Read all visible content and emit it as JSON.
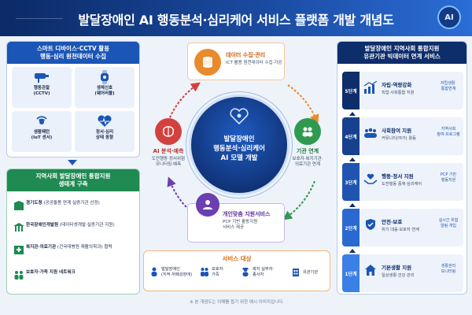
{
  "header": {
    "title": "발달장애인 AI 행동분석·심리케어 서비스 플랫폼 개발 개념도",
    "badge": "AI"
  },
  "left_top": {
    "heading": "스마트 디바이스·CCTV 활용\n행동·심리 원천데이터 수집",
    "devices": [
      {
        "label": "행동관찰\n(CCTV)",
        "icon": "cctv-icon"
      },
      {
        "label": "생체신호\n(웨어러블)",
        "icon": "watch-icon"
      },
      {
        "label": "생활패턴\n(IoT 센서)",
        "icon": "sensor-icon"
      },
      {
        "label": "정서·심리\n상태 동향",
        "icon": "heart-pulse-icon"
      }
    ]
  },
  "left_bottom": {
    "heading": "지역사회 발달장애인 통합지원\n생태계 구축",
    "items": [
      {
        "name": "경기도청",
        "desc": " (공공돌봄 연계 실증기관 선정)",
        "icon": "building-icon"
      },
      {
        "name": "한국장애인개발원",
        "desc": " (데이터셋개발·실증기관 지원)",
        "icon": "institution-icon"
      },
      {
        "name": "복지관·의료기관",
        "desc": " (건국대병원 재활의학과) 협력",
        "icon": "hospital-icon"
      },
      {
        "name": "보호자·가족 지원 네트워크",
        "desc": "",
        "icon": "family-icon"
      }
    ]
  },
  "center": {
    "title": "발달장애인\n행동분석·심리케어\nAI 모델 개발",
    "icon": "heart-brain-icon"
  },
  "nodes": {
    "data": {
      "title": "데이터 수집·관리",
      "desc": "ICT 활용 원천데이터 수집·가공",
      "icon": "database-icon"
    },
    "ai": {
      "title": "AI 분석·예측",
      "desc": "도전행동·정서위험\n모니터링·예측",
      "icon": "brain-icon"
    },
    "link": {
      "title": "기관 연계",
      "desc": "보호자·복지기관·\n의료기관 연계",
      "icon": "people-icon"
    },
    "care": {
      "title": "개인맞춤 지원서비스",
      "desc": "PCP 기반 활동지원\n서비스 제공",
      "icon": "care-icon"
    }
  },
  "service": {
    "title": "서비스 대상",
    "items": [
      {
        "label": "발달장애인\n(지적·자폐성장애)",
        "icon": "person-icon"
      },
      {
        "label": "보호자·\n가족",
        "icon": "family-icon"
      },
      {
        "label": "복지 실무자·\n종사자",
        "icon": "worker-icon"
      },
      {
        "label": "유관기관",
        "icon": "building-icon"
      }
    ]
  },
  "footnote": "※ 본 개념도는 이해를 돕기 위한 예시 이미지입니다.",
  "right": {
    "heading": "발달장애인 지역사회 통합지원\n유관기관 빅데이터 연계 서비스",
    "stages": [
      {
        "level": "5단계",
        "title": "자립·역량강화",
        "desc": "직업·사회통합 지원",
        "tag": "자립생활·\n통합연계",
        "icon": "growth-icon",
        "color": "#0e2d6b"
      },
      {
        "level": "4단계",
        "title": "사회참여 지원",
        "desc": "커뮤니티(여가) 활동",
        "tag": "지역사회\n참여·프로그램",
        "icon": "community-icon",
        "color": "#17408e"
      },
      {
        "level": "3단계",
        "title": "행동·정서 지원",
        "desc": "도전행동 중재·심리케어",
        "tag": "PCP 기반\n행동지원",
        "icon": "hands-heart-icon",
        "color": "#1f55b0"
      },
      {
        "level": "2단계",
        "title": "안전·보호",
        "desc": "위기 대응·보호자 연계",
        "tag": "실시간 위험\n알림·개입",
        "icon": "shield-icon",
        "color": "#2a6ad0"
      },
      {
        "level": "1단계",
        "title": "기본생활 지원",
        "desc": "일상생활·건강 관리",
        "tag": "생활관리\n모니터링",
        "icon": "home-icon",
        "color": "#3b80e6"
      }
    ]
  }
}
